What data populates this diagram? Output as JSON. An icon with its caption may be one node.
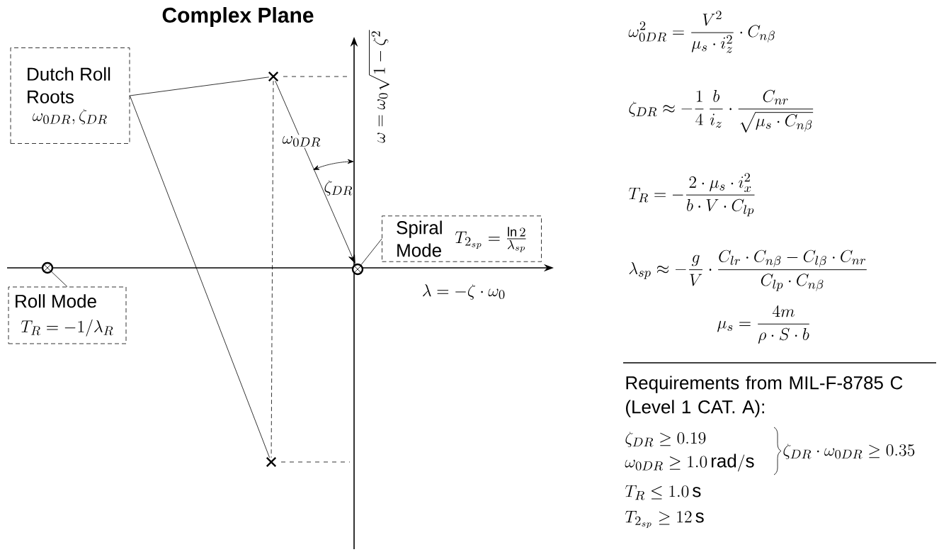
{
  "diagram": {
    "title": "Complex Plane",
    "nodes": [
      {
        "text": [
          "Dutch Roll Roots",
          "\\omega_{0DR}, \\zeta_{DR}"
        ]
      },
      {
        "text": [],
        "shape": "cross"
      },
      {
        "text": [],
        "shape": "cross"
      },
      {
        "text": [],
        "shape": "circle"
      },
      {
        "text": [
          "Roll Mode",
          "T_R = -1/\\lambda_R"
        ]
      },
      {
        "text": [],
        "shape": "circle"
      },
      {
        "text": [
          "Spiral Mode",
          "T_{2_{sp}} = \\frac{\\ln 2}{\\lambda_{sp}}"
        ]
      }
    ],
    "edges": [
      {
        "from": 0,
        "to": 1,
        "arrow": "none"
      },
      {
        "from": 0,
        "to": 2,
        "arrow": "none"
      },
      {
        "from": 1,
        "to": 2,
        "arrow": "none",
        "style": "dashed"
      },
      {
        "from": 1,
        "to": 5,
        "arrow": "to",
        "label": "\\omega_{0DR}"
      },
      {
        "from": 3,
        "to": 4,
        "arrow": "none"
      },
      {
        "from": 6,
        "to": 5,
        "arrow": "none"
      }
    ],
    "labels": [
      "\\zeta_{DR}",
      "\\omega = \\omega_0 \\sqrt{1-\\zeta^2}",
      "\\lambda = -\\zeta \\cdot \\omega_0",
      "\\omega^2_{0DR} = \\frac{V^2}{\\mu_s \\cdot i_z^2} \\cdot C_{n\\beta}",
      "\\zeta_{DR} \\approx -\\frac{1}{4}\\,\\frac{b}{i_z} \\cdot \\frac{C_{nr}}{\\sqrt{\\mu_s \\cdot C_{n\\beta}}}",
      "T_R = -\\frac{2 \\cdot \\mu_s \\cdot i_x^2}{b \\cdot V \\cdot C_{lp}}",
      "\\lambda_{sp} \\approx -\\frac{g}{V} \\cdot \\frac{C_{lr} \\cdot C_{n\\beta} - C_{l\\beta} \\cdot C_{nr}}{C_{lp} \\cdot C_{n\\beta}}",
      "\\mu_s = \\frac{4m}{\\rho \\cdot S \\cdot b}",
      "Requirements from MIL-F-8785 C (Level 1 CAT. A):",
      "\\zeta_{DR} \\geq 0.19",
      "\\omega_{0DR} \\geq 1.0\\,\\mathrm{rad/s}",
      "\\zeta_{DR} \\cdot \\omega_{0DR} \\geq 0.35",
      "T_R \\leq 1.0\\,\\mathrm{s}",
      "T_{2_{sp}} \\geq 12\\,\\mathrm{s}"
    ]
  }
}
